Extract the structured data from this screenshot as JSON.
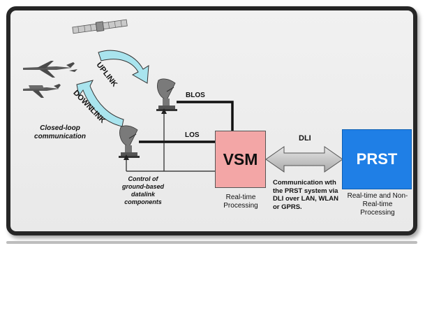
{
  "labels": {
    "uplink": "UPLINK",
    "downlink": "DOWNLINK",
    "closed_loop": "Closed-loop communication",
    "blos": "BLOS",
    "los": "LOS",
    "dli": "DLI",
    "control": "Control of ground-based datalink components",
    "vsm_title": "VSM",
    "vsm_caption": "Real-time Processing",
    "prst_title": "PRST",
    "prst_caption": "Real-time and Non-Real-time Processing",
    "comm_caption": "Communication wth the PRST system via DLI over LAN, WLAN or GPRS."
  },
  "colors": {
    "vsm_fill": "#f3a6a6",
    "prst_fill": "#1f7fe6",
    "arrow_fill": "#a9e4ee",
    "frame_border": "#262626"
  },
  "icons": [
    "satellite-icon",
    "uav-icon",
    "satellite-dish-icon",
    "double-arrow-icon"
  ]
}
